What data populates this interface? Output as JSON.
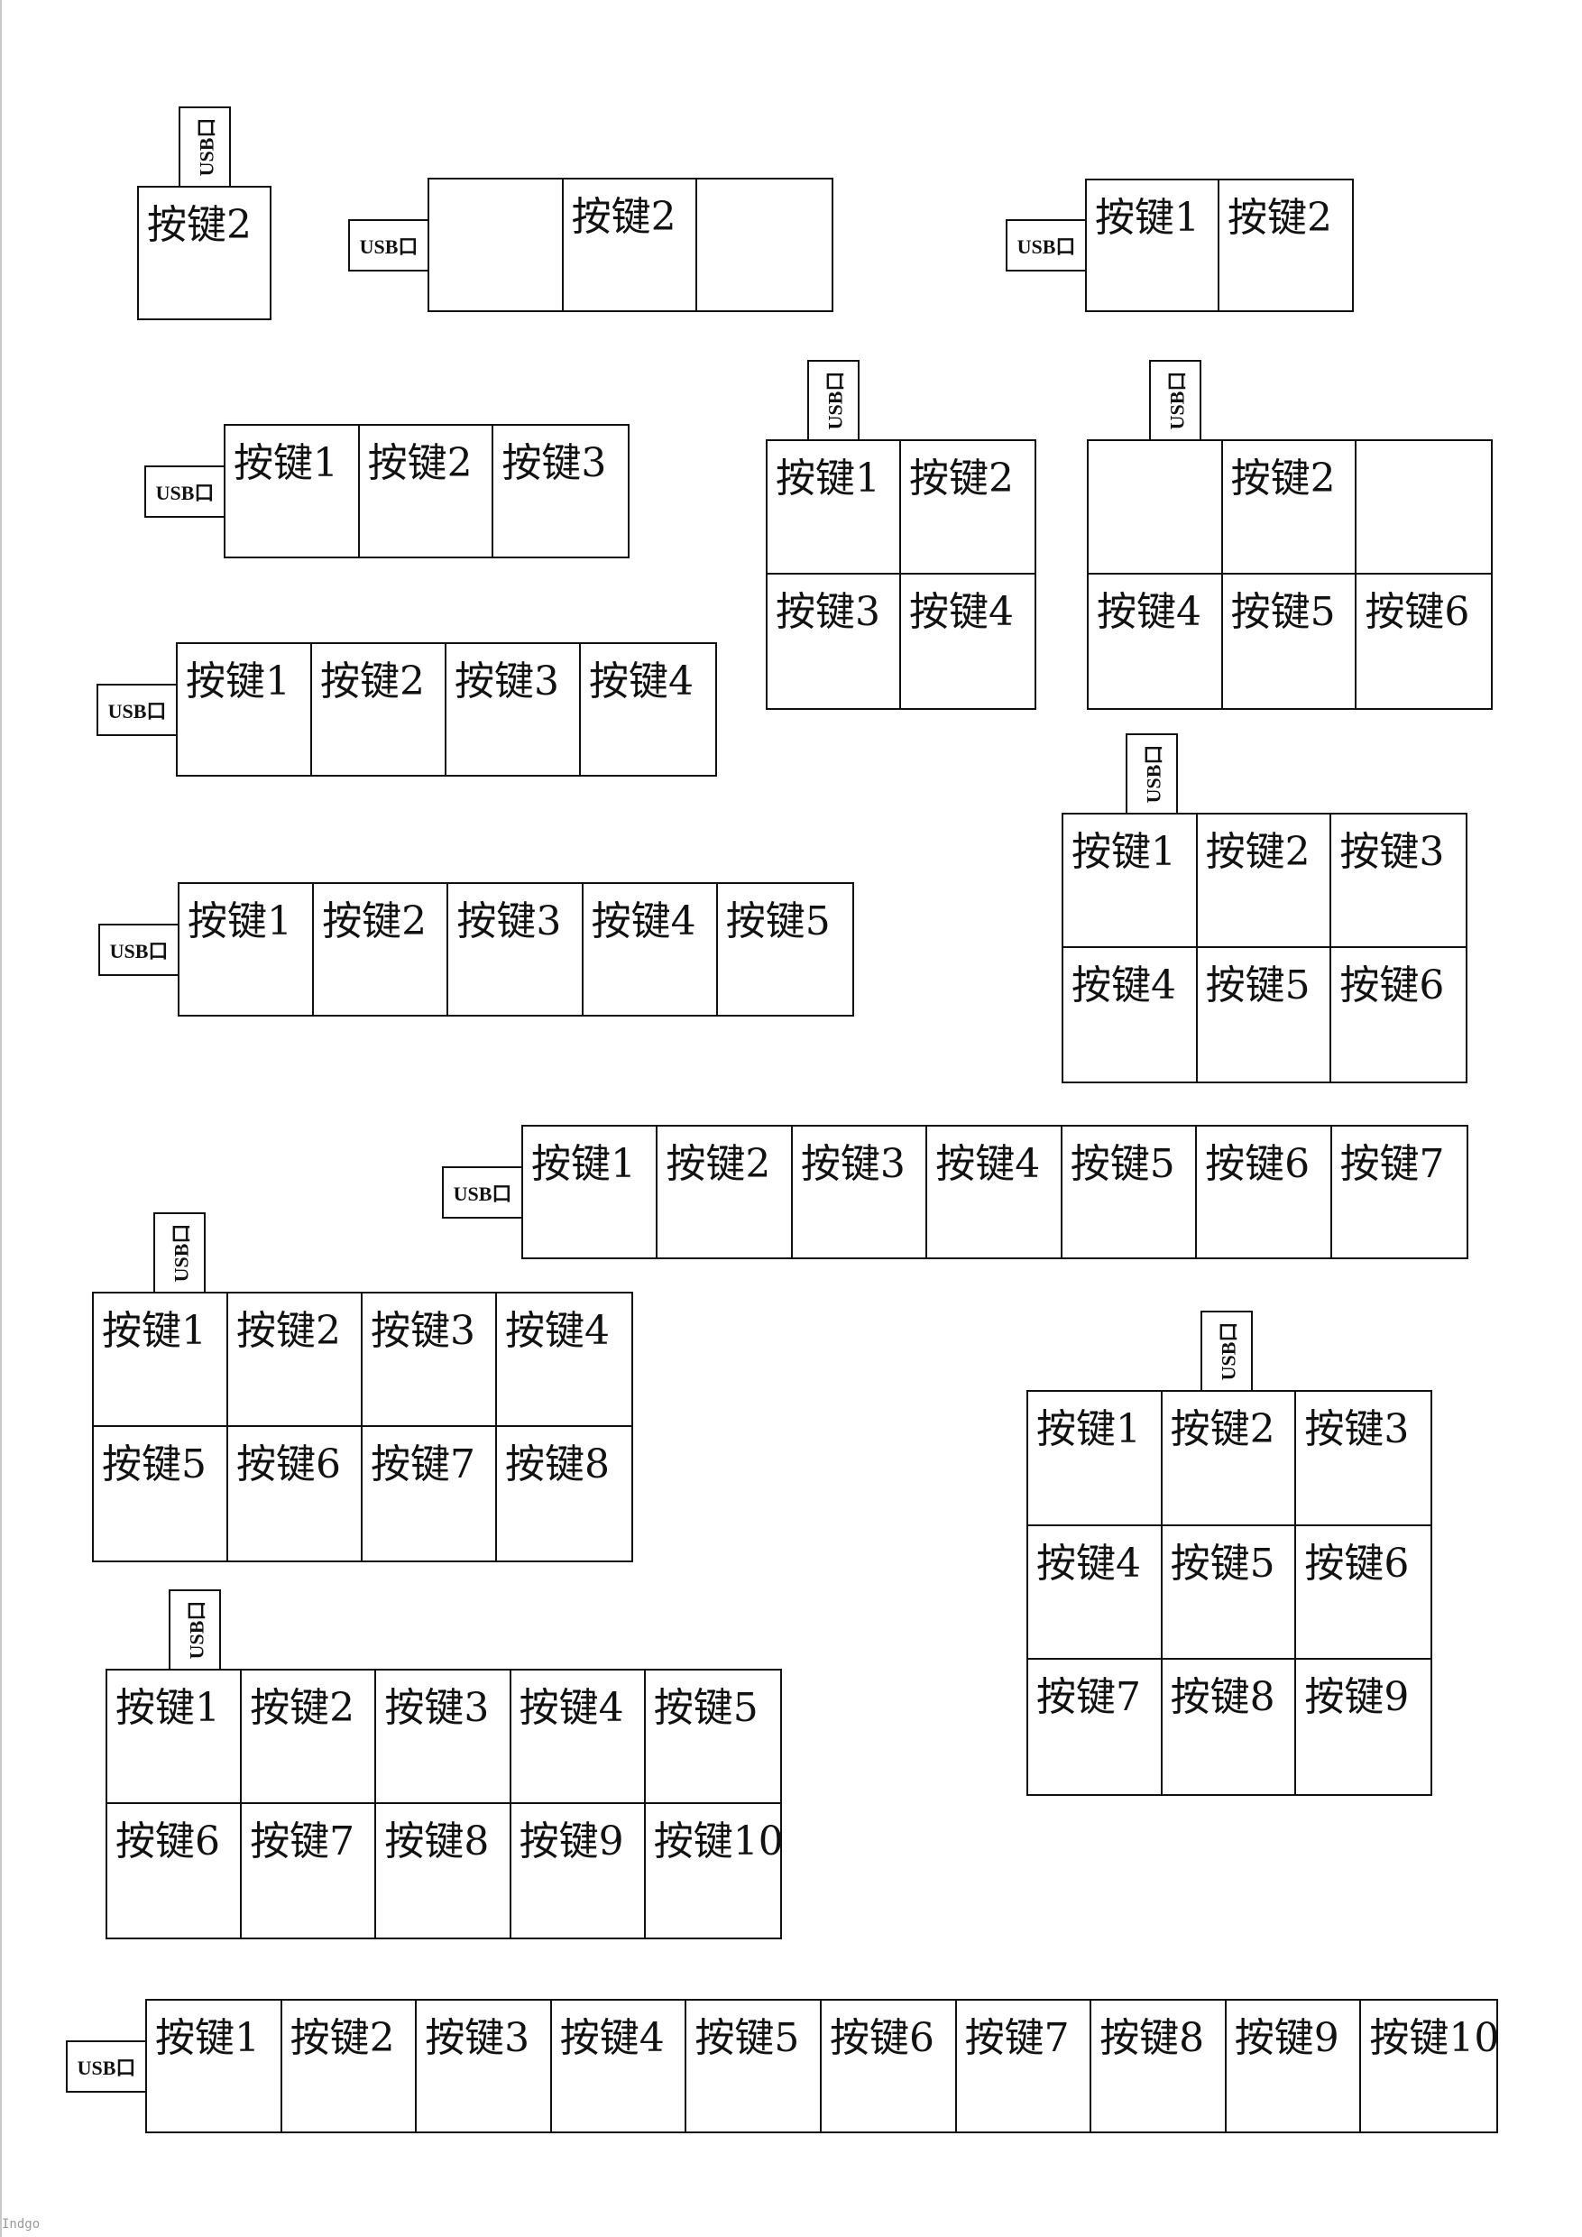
{
  "usb_label": "USB口",
  "diagrams": [
    {
      "cols": 1,
      "rows": 1,
      "usb": "top",
      "cells": [
        "按键2"
      ]
    },
    {
      "cols": 3,
      "rows": 1,
      "usb": "left",
      "cells": [
        "",
        "按键2",
        ""
      ]
    },
    {
      "cols": 2,
      "rows": 1,
      "usb": "left",
      "cells": [
        "按键1",
        "按键2"
      ]
    },
    {
      "cols": 3,
      "rows": 1,
      "usb": "left",
      "cells": [
        "按键1",
        "按键2",
        "按键3"
      ]
    },
    {
      "cols": 2,
      "rows": 2,
      "usb": "top",
      "cells": [
        "按键1",
        "按键2",
        "按键3",
        "按键4"
      ]
    },
    {
      "cols": 3,
      "rows": 2,
      "usb": "top",
      "cells": [
        "",
        "按键2",
        "",
        "按键4",
        "按键5",
        "按键6"
      ]
    },
    {
      "cols": 4,
      "rows": 1,
      "usb": "left",
      "cells": [
        "按键1",
        "按键2",
        "按键3",
        "按键4"
      ]
    },
    {
      "cols": 3,
      "rows": 2,
      "usb": "top",
      "cells": [
        "按键1",
        "按键2",
        "按键3",
        "按键4",
        "按键5",
        "按键6"
      ]
    },
    {
      "cols": 5,
      "rows": 1,
      "usb": "left",
      "cells": [
        "按键1",
        "按键2",
        "按键3",
        "按键4",
        "按键5"
      ]
    },
    {
      "cols": 7,
      "rows": 1,
      "usb": "left",
      "cells": [
        "按键1",
        "按键2",
        "按键3",
        "按键4",
        "按键5",
        "按键6",
        "按键7"
      ]
    },
    {
      "cols": 4,
      "rows": 2,
      "usb": "top",
      "cells": [
        "按键1",
        "按键2",
        "按键3",
        "按键4",
        "按键5",
        "按键6",
        "按键7",
        "按键8"
      ]
    },
    {
      "cols": 3,
      "rows": 3,
      "usb": "top",
      "cells": [
        "按键1",
        "按键2",
        "按键3",
        "按键4",
        "按键5",
        "按键6",
        "按键7",
        "按键8",
        "按键9"
      ]
    },
    {
      "cols": 5,
      "rows": 2,
      "usb": "top",
      "cells": [
        "按键1",
        "按键2",
        "按键3",
        "按键4",
        "按键5",
        "按键6",
        "按键7",
        "按键8",
        "按键9",
        "按键10"
      ]
    },
    {
      "cols": 10,
      "rows": 1,
      "usb": "left",
      "cells": [
        "按键1",
        "按键2",
        "按键3",
        "按键4",
        "按键5",
        "按键6",
        "按键7",
        "按键8",
        "按键9",
        "按键10"
      ]
    }
  ],
  "footer": "Indgo"
}
